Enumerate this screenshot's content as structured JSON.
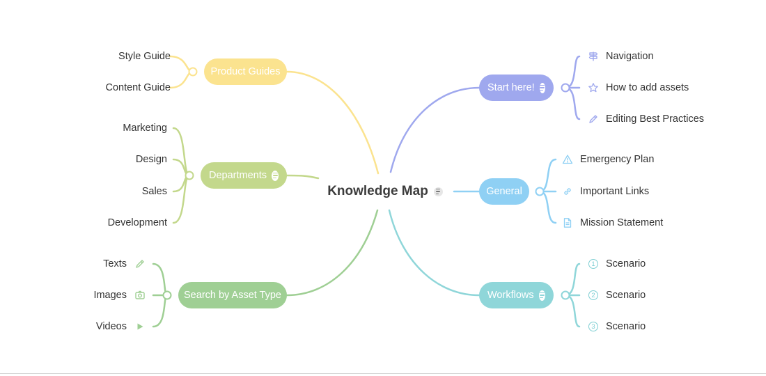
{
  "center": {
    "label": "Knowledge Map"
  },
  "branches": {
    "product_guides": {
      "label": "Product Guides",
      "color": "#fbe38f",
      "items": [
        "Style Guide",
        "Content Guide"
      ]
    },
    "departments": {
      "label": "Departments",
      "color": "#c3d88c",
      "items": [
        "Marketing",
        "Design",
        "Sales",
        "Development"
      ]
    },
    "search_by_asset_type": {
      "label": "Search by Asset Type",
      "color": "#9fcf94",
      "items": [
        "Texts",
        "Images",
        "Videos"
      ],
      "icons": [
        "pencil-icon",
        "camera-icon",
        "play-icon"
      ]
    },
    "start_here": {
      "label": "Start here!",
      "color": "#9fa8ee",
      "items": [
        "Navigation",
        "How to add assets",
        "Editing Best Practices"
      ],
      "icons": [
        "signpost-icon",
        "star-icon",
        "pencil-icon"
      ]
    },
    "general": {
      "label": "General",
      "color": "#8fd0f4",
      "items": [
        "Emergency Plan",
        "Important Links",
        "Mission Statement"
      ],
      "icons": [
        "warning-icon",
        "link-icon",
        "document-icon"
      ]
    },
    "workflows": {
      "label": "Workflows",
      "color": "#8fd6d9",
      "items": [
        "Scenario",
        "Scenario",
        "Scenario"
      ],
      "numbers": [
        "1",
        "2",
        "3"
      ]
    }
  }
}
